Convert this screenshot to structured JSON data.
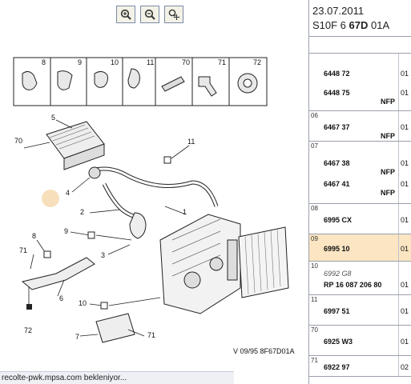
{
  "toolbar": {
    "buttons": [
      "zoom-in",
      "zoom-out",
      "pan"
    ]
  },
  "header": {
    "date": "23.07.2011",
    "ref_prefix": "S10F 6 ",
    "ref_bold": "67D",
    "ref_suffix": " 01A"
  },
  "callouts": {
    "top_icons": [
      "8",
      "9",
      "10",
      "11",
      "70",
      "71",
      "72"
    ],
    "c5": "5",
    "c70": "70",
    "c4": "4",
    "c11": "11",
    "c2": "2",
    "c9": "9",
    "c3": "3",
    "c8": "8",
    "c71a": "71",
    "c1": "1",
    "c6": "6",
    "c72": "72",
    "c10": "10",
    "c7": "7",
    "c71b": "71"
  },
  "caption": "V 09/95 8F67D01A",
  "status": "recolte-pwk.mpsa.com bekleniyor...",
  "parts": [
    {
      "num": "",
      "lines": [
        {
          "ref": "6448 72",
          "qty": "01"
        },
        {
          "ref": "6448 75",
          "qty": "01",
          "nfp": "NFP"
        }
      ]
    },
    {
      "num": "06",
      "lines": [
        {
          "ref": "6467 37",
          "qty": "01",
          "nfp": "NFP"
        }
      ]
    },
    {
      "num": "07",
      "lines": [
        {
          "ref": "6467 38",
          "qty": "01",
          "nfp": "NFP"
        },
        {
          "ref": "6467 41",
          "qty": "01",
          "nfp": "NFP"
        }
      ]
    },
    {
      "num": "08",
      "lines": [
        {
          "ref": "6995 CX",
          "qty": "01"
        }
      ]
    },
    {
      "num": "09",
      "lines": [
        {
          "ref": "6995 10",
          "qty": "01"
        }
      ],
      "selected": true
    },
    {
      "num": "10",
      "lines": [
        {
          "ref": "6992 G8",
          "qty": "",
          "italic": true
        },
        {
          "ref": "RP 16 087 206 80",
          "qty": "01"
        }
      ]
    },
    {
      "num": "11",
      "lines": [
        {
          "ref": "6997 51",
          "qty": "01"
        }
      ]
    },
    {
      "num": "70",
      "lines": [
        {
          "ref": "6925 W3",
          "qty": "01"
        }
      ]
    },
    {
      "num": "71",
      "lines": [
        {
          "ref": "6922 97",
          "qty": "02"
        }
      ]
    }
  ]
}
